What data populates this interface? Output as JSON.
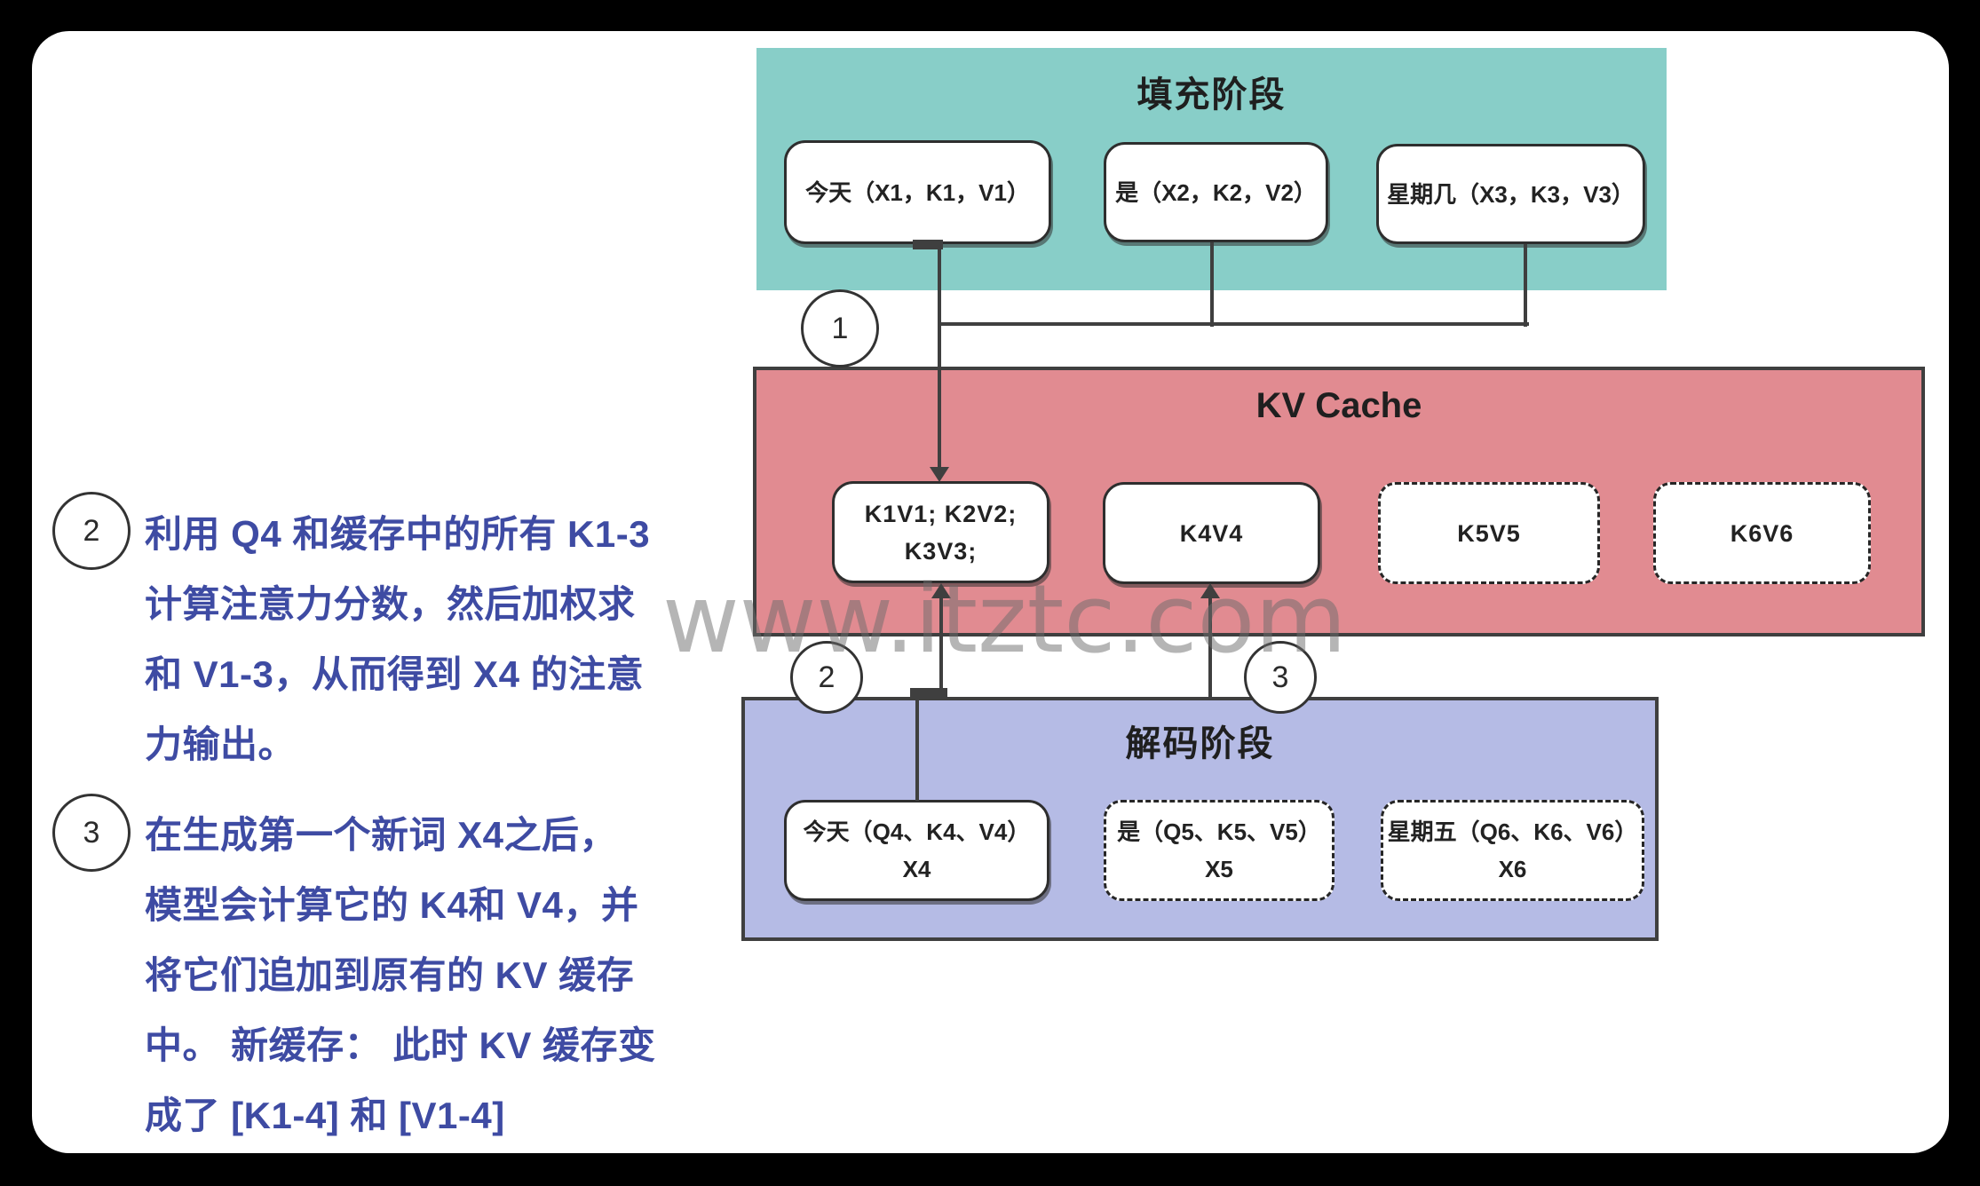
{
  "colors": {
    "outer_background": "#000000",
    "card_background": "#ffffff",
    "prefill_fill": "#88cec8",
    "kv_cache_fill": "#e18b91",
    "decode_fill": "#b5bbe5",
    "node_border": "#2e2e2e",
    "line_color": "#3f3f3f",
    "annotation_text": "#3e4ba3",
    "watermark_color": "#6c6c6c"
  },
  "watermark": {
    "text": "www.itztc.com"
  },
  "prefill": {
    "title": "填充阶段",
    "boxes": [
      {
        "text": "今天（X1，K1，V1）"
      },
      {
        "text": "是（X2，K2，V2）"
      },
      {
        "text": "星期几（X3，K3，V3）"
      }
    ]
  },
  "kv_cache": {
    "title": "KV Cache",
    "boxes": [
      {
        "line1": "K1V1; K2V2;",
        "line2": "K3V3;",
        "style": "solid"
      },
      {
        "line1": "K4V4",
        "style": "solid"
      },
      {
        "line1": "K5V5",
        "style": "dashed"
      },
      {
        "line1": "K6V6",
        "style": "dashed"
      }
    ]
  },
  "decode": {
    "title": "解码阶段",
    "boxes": [
      {
        "line1": "今天（Q4、K4、V4）",
        "line2": "X4",
        "style": "solid"
      },
      {
        "line1": "是（Q5、K5、V5）",
        "line2": "X5",
        "style": "dashed"
      },
      {
        "line1": "星期五（Q6、K6、V6）",
        "line2": "X6",
        "style": "dashed"
      }
    ]
  },
  "steps": {
    "step1": "1",
    "step2": "2",
    "step3": "3"
  },
  "annotations": [
    {
      "number": "2",
      "lines": [
        "利用 Q4 和缓存中的所有 K1-3",
        "计算注意力分数，然后加权求",
        "和 V1-3，从而得到 X4 的注意",
        "力输出。"
      ]
    },
    {
      "number": "3",
      "lines": [
        "在生成第一个新词 X4之后，",
        "模型会计算它的 K4和 V4，并",
        "将它们追加到原有的 KV 缓存",
        "中。 新缓存： 此时 KV 缓存变",
        "成了 [K1-4] 和 [V1-4]"
      ]
    }
  ]
}
